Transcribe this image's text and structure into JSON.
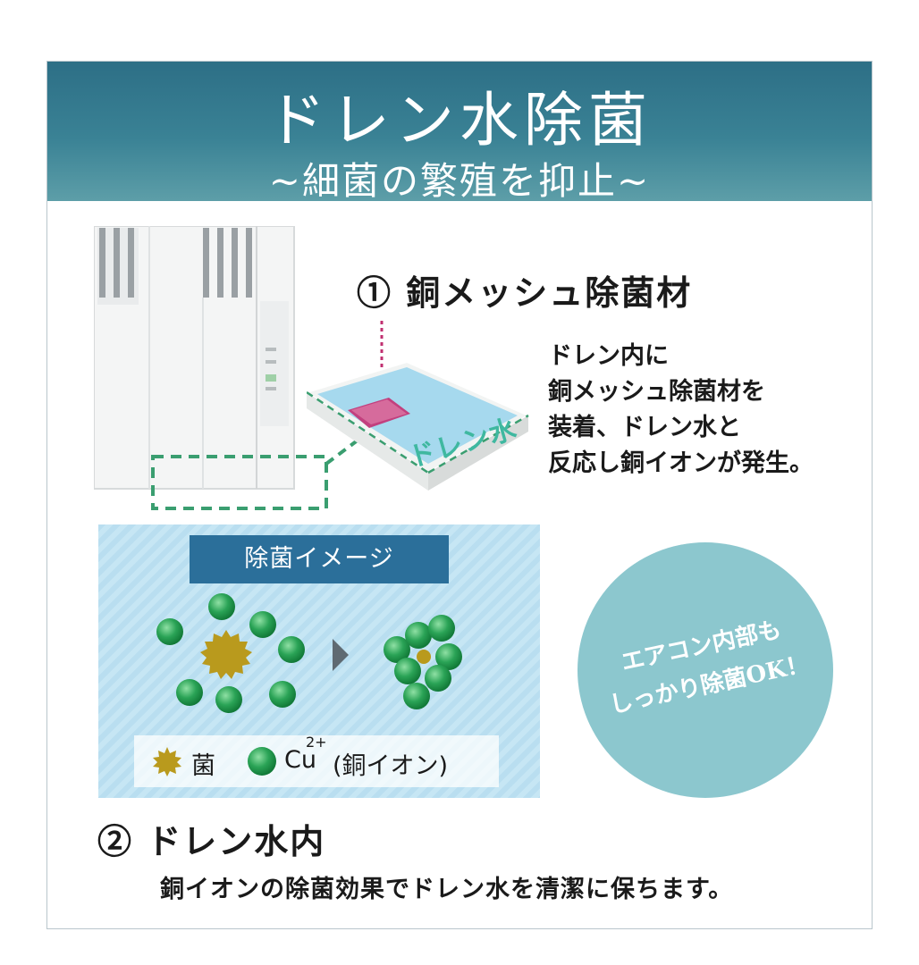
{
  "header": {
    "title": "ドレン水除菌",
    "subtitle": "~細菌の繁殖を抑止~"
  },
  "section1": {
    "title": "① 銅メッシュ除菌材",
    "description": "ドレン内に\n銅メッシュ除菌材を\n装着、ドレン水と\n反応し銅イオンが発生。",
    "tray_label": "ドレン水"
  },
  "image_box": {
    "tag": "除菌イメージ",
    "legend": {
      "fungus": "菌",
      "cu": "Cu",
      "cu_superscript": "2+",
      "cu_desc": "(銅イオン)"
    }
  },
  "bubble": {
    "text": "エアコン内部も\nしっかり除菌OK！"
  },
  "section2": {
    "title": "② ドレン水内",
    "description": "銅イオンの除菌効果でドレン水を清潔に保ちます。"
  },
  "colors": {
    "header": "#2d6f86",
    "tag": "#2b6f9a",
    "copper_ion": "#2aa356",
    "fungus": "#b99a1d",
    "bubble": "#8cc7ce",
    "dashed": "#3a9e70"
  }
}
